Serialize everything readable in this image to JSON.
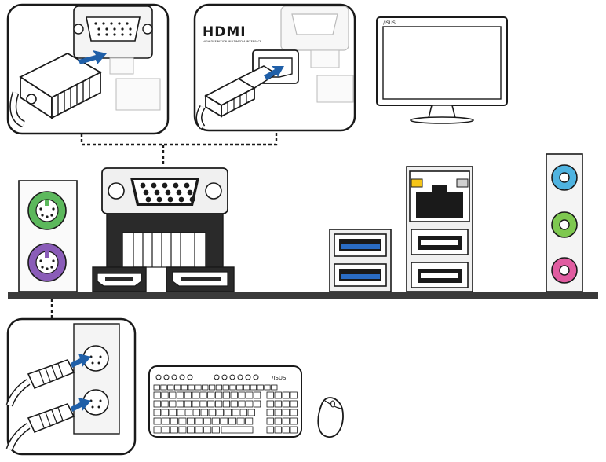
{
  "callouts": {
    "hdmi_logo_text": "HDMI",
    "hdmi_logo_subtext": "HIGH-DEFINITION MULTIMEDIA INTERFACE",
    "monitor_brand": "/ISUS",
    "keyboard_brand": "/ISUS"
  },
  "colors": {
    "outline": "#1a1a1a",
    "arrow_blue": "#1f5fa8",
    "ps2_keyboard_purple": "#8a5cb8",
    "ps2_mouse_green": "#5cb85c",
    "audio_line_in_blue": "#4fb3e0",
    "audio_line_out_lime": "#7ec850",
    "audio_mic_pink": "#e05ca0",
    "usb3_blue": "#2a6cc4",
    "lan_led_amber": "#f5c518",
    "lan_led_gray": "#d0d0d0",
    "panel_bar": "#3a3a3a"
  },
  "ports": [
    {
      "name": "ps2-keyboard-port"
    },
    {
      "name": "ps2-mouse-port"
    },
    {
      "name": "vga-port"
    },
    {
      "name": "hdmi-port"
    },
    {
      "name": "displayport-port"
    },
    {
      "name": "usb3-port-top"
    },
    {
      "name": "usb3-port-bottom"
    },
    {
      "name": "lan-port"
    },
    {
      "name": "usb2-port-top"
    },
    {
      "name": "usb2-port-bottom"
    },
    {
      "name": "audio-line-in-jack"
    },
    {
      "name": "audio-line-out-jack"
    },
    {
      "name": "audio-mic-jack"
    }
  ]
}
